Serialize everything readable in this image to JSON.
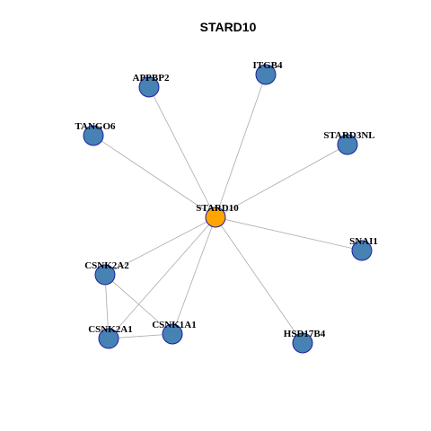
{
  "title": "STARD10",
  "colors": {
    "hub_fill": "#FFA500",
    "node_fill": "#4682B4",
    "node_stroke": "#1E1EA0",
    "edge": "#aaaaaa"
  },
  "nodes": [
    {
      "id": "STARD10",
      "label": "STARD10",
      "hub": true
    },
    {
      "id": "APPBP2",
      "label": "APPBP2"
    },
    {
      "id": "ITGB4",
      "label": "ITGB4"
    },
    {
      "id": "TANGO6",
      "label": "TANGO6"
    },
    {
      "id": "STARD3NL",
      "label": "STARD3NL"
    },
    {
      "id": "SNAI1",
      "label": "SNAI1"
    },
    {
      "id": "CSNK2A2",
      "label": "CSNK2A2"
    },
    {
      "id": "CSNK2A1",
      "label": "CSNK2A1"
    },
    {
      "id": "CSNK1A1",
      "label": "CSNK1A1"
    },
    {
      "id": "HSD17B4",
      "label": "HSD17B4"
    }
  ],
  "edges": [
    [
      "STARD10",
      "APPBP2"
    ],
    [
      "STARD10",
      "ITGB4"
    ],
    [
      "STARD10",
      "TANGO6"
    ],
    [
      "STARD10",
      "STARD3NL"
    ],
    [
      "STARD10",
      "SNAI1"
    ],
    [
      "STARD10",
      "CSNK2A2"
    ],
    [
      "STARD10",
      "CSNK2A1"
    ],
    [
      "STARD10",
      "CSNK1A1"
    ],
    [
      "STARD10",
      "HSD17B4"
    ],
    [
      "CSNK2A2",
      "CSNK2A1"
    ],
    [
      "CSNK2A2",
      "CSNK1A1"
    ],
    [
      "CSNK2A1",
      "CSNK1A1"
    ]
  ]
}
